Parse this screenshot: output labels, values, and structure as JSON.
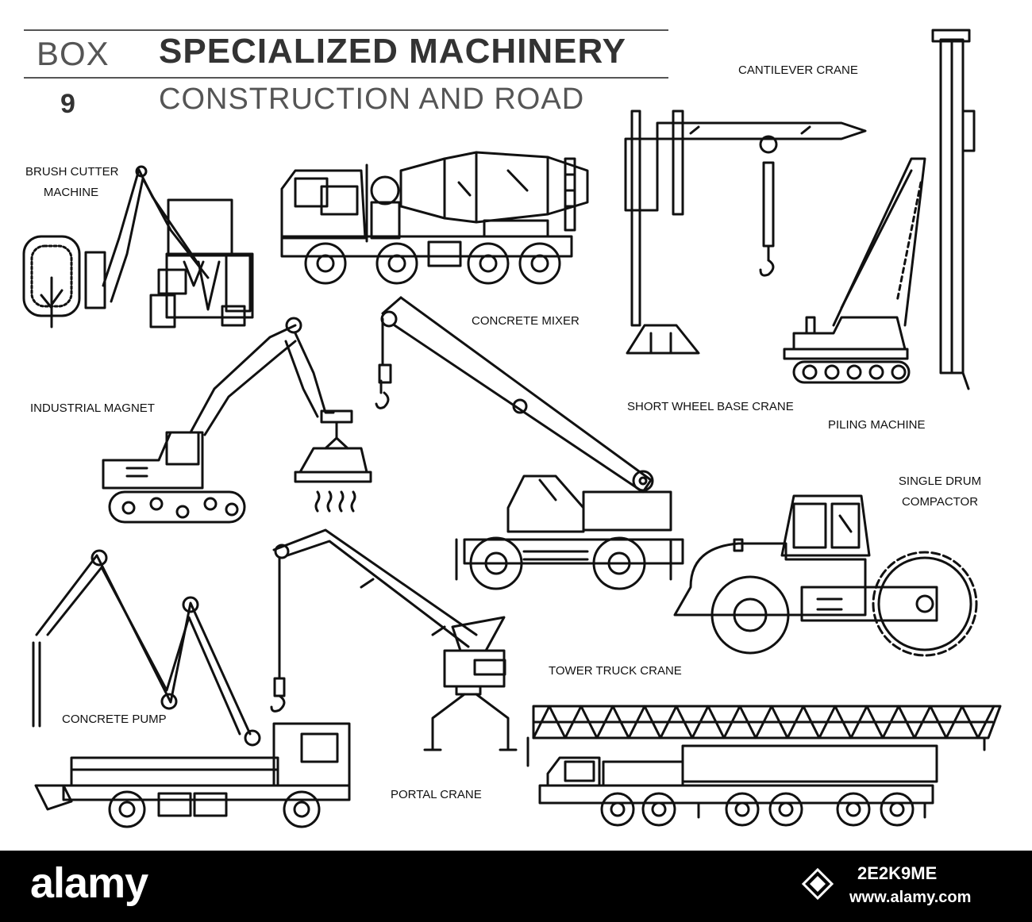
{
  "header": {
    "box_label": "BOX",
    "box_number": "9",
    "title": "SPECIALIZED MACHINERY",
    "subtitle": "CONSTRUCTION AND ROAD"
  },
  "machines": {
    "brush_cutter": {
      "line1": "BRUSH CUTTER",
      "line2": "MACHINE"
    },
    "concrete_mixer": "CONCRETE MIXER",
    "cantilever_crane": "CANTILEVER CRANE",
    "industrial_magnet": "INDUSTRIAL MAGNET",
    "short_wheel_base_crane": "SHORT WHEEL BASE CRANE",
    "piling_machine": "PILING MACHINE",
    "single_drum_compactor": {
      "line1": "SINGLE DRUM",
      "line2": "COMPACTOR"
    },
    "concrete_pump": "CONCRETE PUMP",
    "portal_crane": "PORTAL CRANE",
    "tower_truck_crane": "TOWER TRUCK CRANE"
  },
  "footer": {
    "brand": "alamy",
    "image_code": "2E2K9ME",
    "url": "www.alamy.com"
  },
  "colors": {
    "line": "#111111",
    "header_gray": "#555555",
    "footer_bg": "#000000",
    "footer_text": "#ffffff"
  }
}
